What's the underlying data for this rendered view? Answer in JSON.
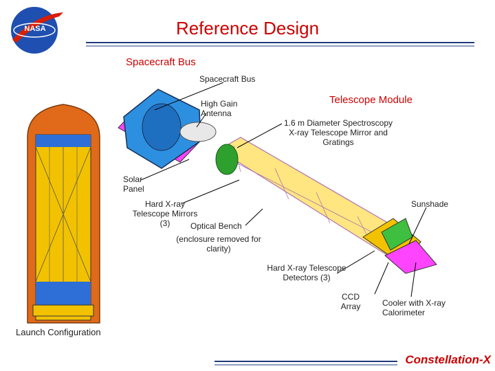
{
  "logo": {
    "text": "NASA"
  },
  "header": {
    "title": "Reference Design"
  },
  "sections": {
    "bus_heading": "Spacecraft Bus",
    "telescope_heading": "Telescope Module"
  },
  "labels": {
    "spacecraft_bus": "Spacecraft Bus",
    "high_gain_antenna": "High Gain\nAntenna",
    "mirror": "1.6 m Diameter Spectroscopy\nX-ray Telescope Mirror and\nGratings",
    "solar_panel": "Solar\nPanel",
    "sunshade": "Sunshade",
    "hard_xray_mirrors": "Hard X-ray\nTelescope Mirrors\n(3)",
    "optical_bench": "Optical Bench",
    "enclosure_note": "(enclosure removed for\nclarity)",
    "hard_xray_detectors": "Hard X-ray Telescope\nDetectors (3)",
    "ccd_array": "CCD\nArray",
    "cooler": "Cooler with X-ray\nCalorimeter",
    "launch_config": "Launch Configuration"
  },
  "footer": {
    "brand": "Constellation-X"
  },
  "colors": {
    "accent": "#cc0000",
    "rule": "#1f3a7a",
    "fairing": "#e06a1a",
    "panel": "#f2c200",
    "bench": "#ff44ff"
  }
}
